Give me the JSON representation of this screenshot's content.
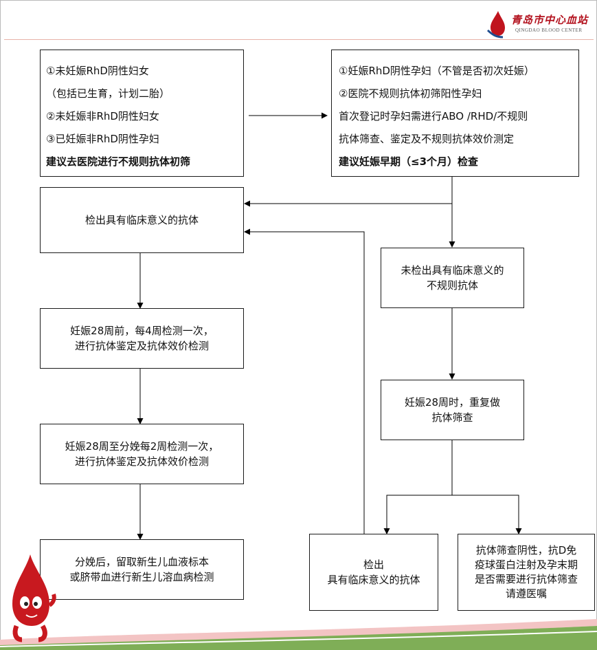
{
  "header": {
    "logo_cn": "青岛市中心血站",
    "logo_en": "QINGDAO BLOOD CENTER"
  },
  "colors": {
    "accent_red": "#c0141e",
    "swoosh_green": "#7fae57",
    "swoosh_pink": "#f0b7b7",
    "border": "#1a1a1a"
  },
  "nodes": {
    "box_a": {
      "lines": [
        "①未妊娠RhD阴性妇女",
        "（包括已生育，计划二胎）",
        "②未妊娠非RhD阴性妇女",
        "③已妊娠非RhD阴性孕妇",
        "建议去医院进行不规则抗体初筛"
      ]
    },
    "box_b": {
      "lines": [
        "①妊娠RhD阴性孕妇（不管是否初次妊娠）",
        "②医院不规则抗体初筛阳性孕妇",
        "首次登记时孕妇需进行ABO /RHD/不规则",
        "抗体筛查、鉴定及不规则抗体效价测定",
        "建议妊娠早期（≤3个月）检查"
      ]
    },
    "box_c": {
      "lines": [
        "检出具有临床意义的抗体"
      ]
    },
    "box_d": {
      "lines": [
        "未检出具有临床意义的",
        "不规则抗体"
      ]
    },
    "box_e": {
      "lines": [
        "妊娠28周前，每4周检测一次，",
        "进行抗体鉴定及抗体效价检测"
      ]
    },
    "box_f": {
      "lines": [
        "妊娠28周时，重复做",
        "抗体筛查"
      ]
    },
    "box_g": {
      "lines": [
        "妊娠28周至分娩每2周检测一次，",
        "进行抗体鉴定及抗体效价检测"
      ]
    },
    "box_h": {
      "lines": [
        "分娩后，留取新生儿血液标本",
        "或脐带血进行新生儿溶血病检测"
      ]
    },
    "box_i": {
      "lines": [
        "检出",
        "具有临床意义的抗体"
      ]
    },
    "box_j": {
      "lines": [
        "抗体筛查阴性，抗D免",
        "疫球蛋白注射及孕末期",
        "是否需要进行抗体筛查",
        "请遵医嘱"
      ]
    }
  }
}
